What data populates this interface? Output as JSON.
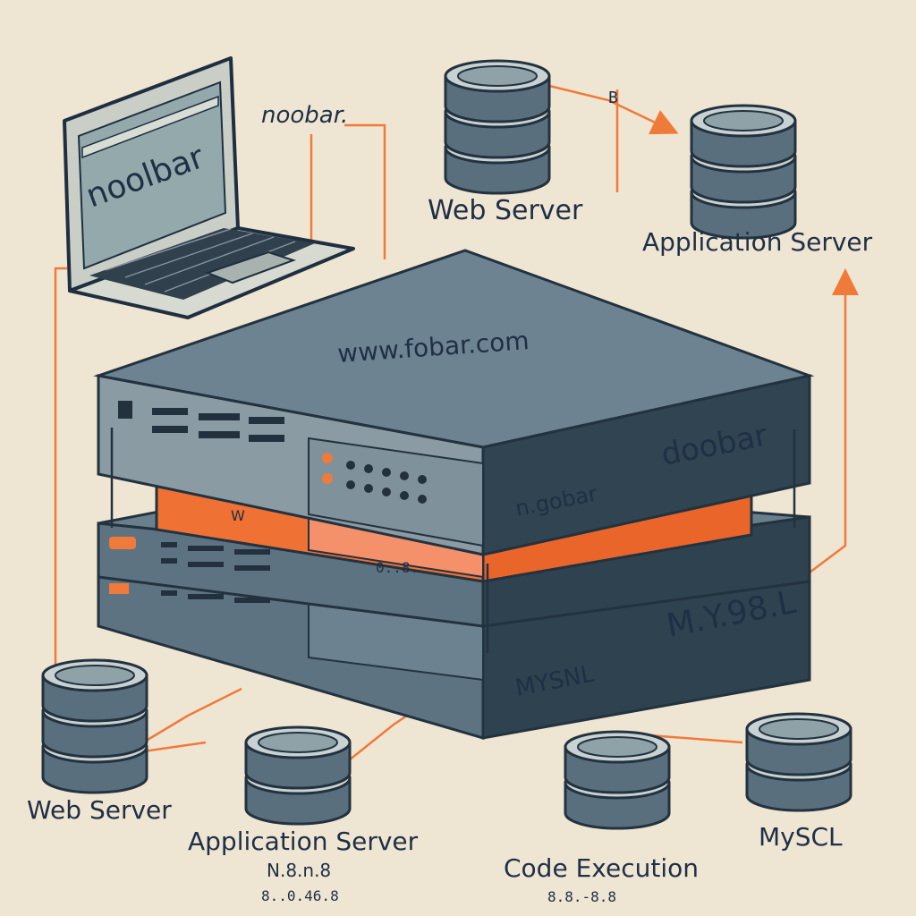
{
  "laptop": {
    "screen_text": "noolbar",
    "side_label": "noobar."
  },
  "top": {
    "connector_label": "B",
    "web_server_label": "Web Server",
    "app_server_label": "Application Server"
  },
  "rack": {
    "top_label": "www.fobar.com",
    "top_right_label": "doobar",
    "upper_label": "n.gobar",
    "orange_label": "W",
    "orange_port_text": "0..8.",
    "middle_label": "M.Y.98.L",
    "bottom_label": "MYSNL"
  },
  "bottom": {
    "web_server_label": "Web Server",
    "app_server_label": "Application Server",
    "app_sub1": "N.8.n.8",
    "app_sub2": "8..0.46.8",
    "code_label": "Code Execution",
    "code_sub": "8.8.-8.8",
    "mysql_label": "MySCL"
  },
  "colors": {
    "background": "#efe5d3",
    "accent": "#f07a3a",
    "dark": "#34495a",
    "slate": "#5d7381",
    "text": "#1f2f45"
  }
}
